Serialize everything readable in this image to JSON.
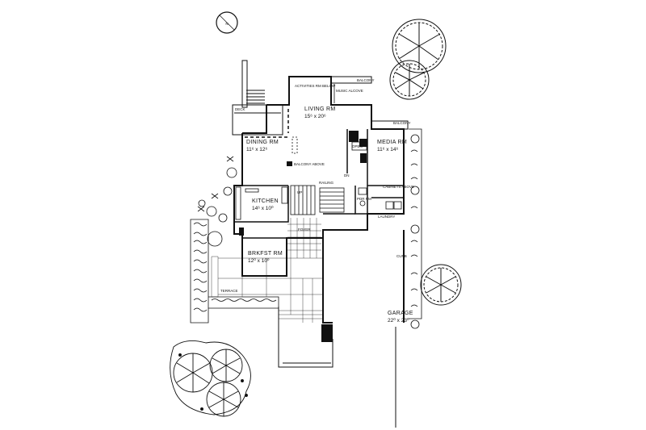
{
  "compass": {
    "label": "N"
  },
  "rooms": {
    "living": {
      "name": "LIVING RM",
      "dims": "15⁶ x 20⁶"
    },
    "dining": {
      "name": "DINING RM",
      "dims": "11⁶ x 12⁶"
    },
    "media": {
      "name": "MEDIA RM",
      "dims": "11⁶ x 14⁶"
    },
    "kitchen": {
      "name": "KITCHEN",
      "dims": "14⁶ x 10⁰"
    },
    "breakfast": {
      "name": "BRKFST RM",
      "dims": "12⁰ x 10⁰"
    },
    "garage": {
      "name": "GARAGE",
      "dims": "22⁰ x 23⁰"
    }
  },
  "labels": {
    "deck": "DECK",
    "activities_below": "ACTIVITIES RM BELOW",
    "music_alcove": "MUSIC ALCOVE",
    "balcony_top": "BALCONY",
    "balcony_right": "BALCONY",
    "balcony_center": "BALCONY ABOVE",
    "open": "OPEN",
    "up": "UP",
    "dn": "DN",
    "railing": "RAILING",
    "pwdr": "PDR RM",
    "cabinets": "CABINETS ABOVE",
    "laundry": "LAUNDRY",
    "terrace": "TERRACE",
    "curb": "CURB",
    "foyer": "FOYER"
  },
  "colors": {
    "line": "#111111",
    "paper": "#ffffff"
  }
}
